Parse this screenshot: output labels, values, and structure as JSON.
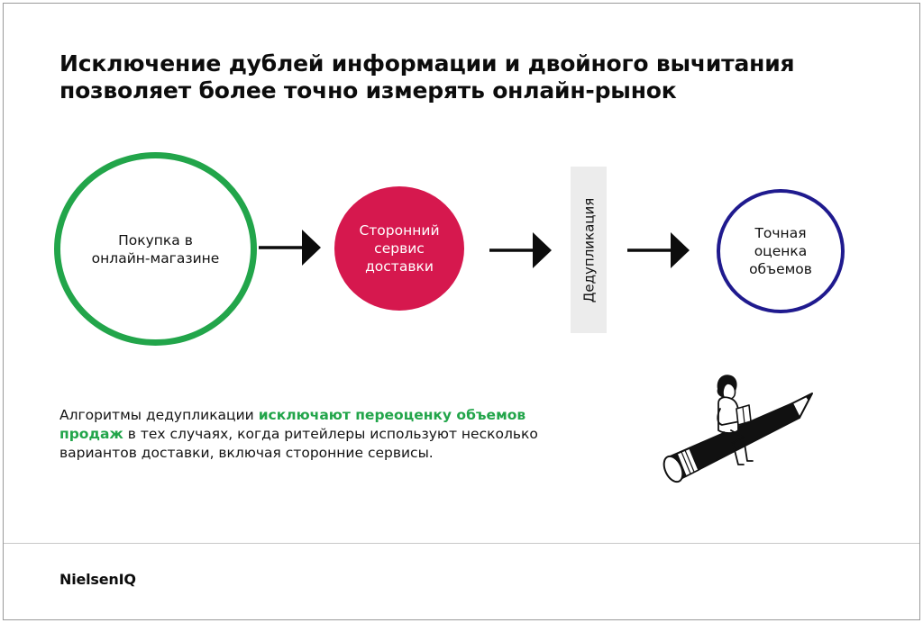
{
  "title": {
    "line1": "Исключение дублей информации и двойного вычитания",
    "line2": "позволяет более точно измерять онлайн-рынок"
  },
  "flow": {
    "node1": {
      "line1": "Покупка в",
      "line2": "онлайн-магазине"
    },
    "node2": {
      "line1": "Сторонний",
      "line2": "сервис",
      "line3": "доставки"
    },
    "step": "Дедупликация",
    "node3": {
      "line1": "Точная",
      "line2": "оценка",
      "line3": "объемов"
    }
  },
  "description": {
    "line1_start": "Алгоритмы дедупликации ",
    "line1_highlight": "исключают переоценку объемов",
    "line2_highlight": "продаж",
    "line2_rest": " в тех случаях, когда ритейлеры используют несколько",
    "line3": "вариантов доставки, включая сторонние сервисы."
  },
  "footer": {
    "logo": "NielsenIQ"
  },
  "colors": {
    "green": "#22a54a",
    "crimson": "#d6184e",
    "navy": "#1f1a8e",
    "bar": "#ececec"
  }
}
